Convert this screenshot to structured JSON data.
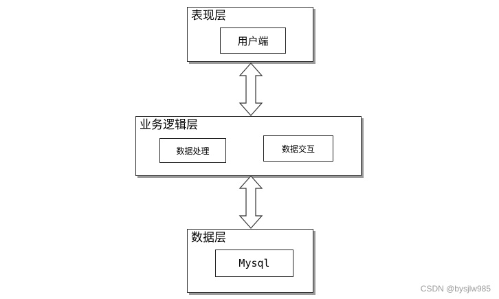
{
  "layers": {
    "presentation": {
      "title": "表现层",
      "components": [
        "用户端"
      ]
    },
    "logic": {
      "title": "业务逻辑层",
      "components": [
        "数据处理",
        "数据交互"
      ]
    },
    "data": {
      "title": "数据层",
      "components": [
        "Mysql"
      ]
    }
  },
  "watermark": "CSDN @bysjlw985"
}
